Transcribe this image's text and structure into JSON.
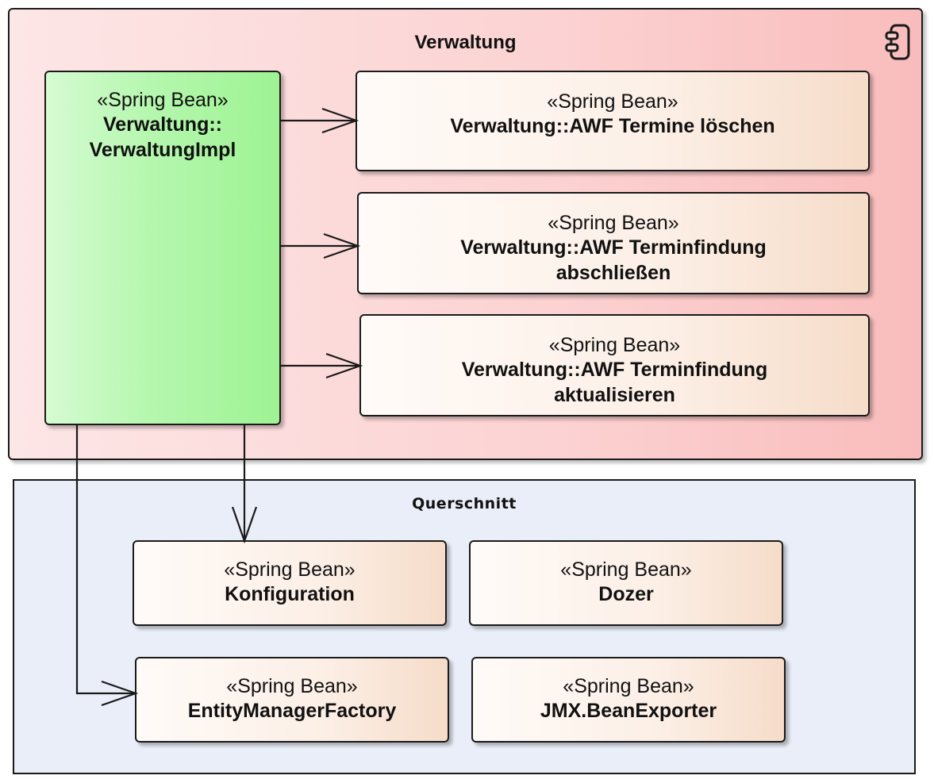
{
  "packages": {
    "verwaltung": {
      "title": "Verwaltung"
    },
    "querschnitt": {
      "title": "Querschnitt"
    }
  },
  "beans": {
    "impl": {
      "stereotype": "«Spring Bean»",
      "name_line1": "Verwaltung::",
      "name_line2": "VerwaltungImpl"
    },
    "termine_loeschen": {
      "stereotype": "«Spring Bean»",
      "name_line1": "Verwaltung::AWF Termine löschen"
    },
    "terminfindung_abschliessen": {
      "stereotype": "«Spring Bean»",
      "name_line1": "Verwaltung::AWF Terminfindung",
      "name_line2": "abschließen"
    },
    "terminfindung_aktualisieren": {
      "stereotype": "«Spring Bean»",
      "name_line1": "Verwaltung::AWF Terminfindung",
      "name_line2": "aktualisieren"
    },
    "konfiguration": {
      "stereotype": "«Spring Bean»",
      "name_line1": "Konfiguration"
    },
    "dozer": {
      "stereotype": "«Spring Bean»",
      "name_line1": "Dozer"
    },
    "entitymanagerfactory": {
      "stereotype": "«Spring Bean»",
      "name_line1": "EntityManagerFactory"
    },
    "jmx_beanexporter": {
      "stereotype": "«Spring Bean»",
      "name_line1": "JMX.BeanExporter"
    }
  },
  "colors": {
    "verwaltung_fill": "#fcd2d2",
    "querschnitt_fill": "#eaeef8",
    "impl_fill": "#b5f7ae",
    "bean_fill": "#fcefe6",
    "line": "#1a1a1a"
  },
  "icons": {
    "package": "component-icon"
  }
}
